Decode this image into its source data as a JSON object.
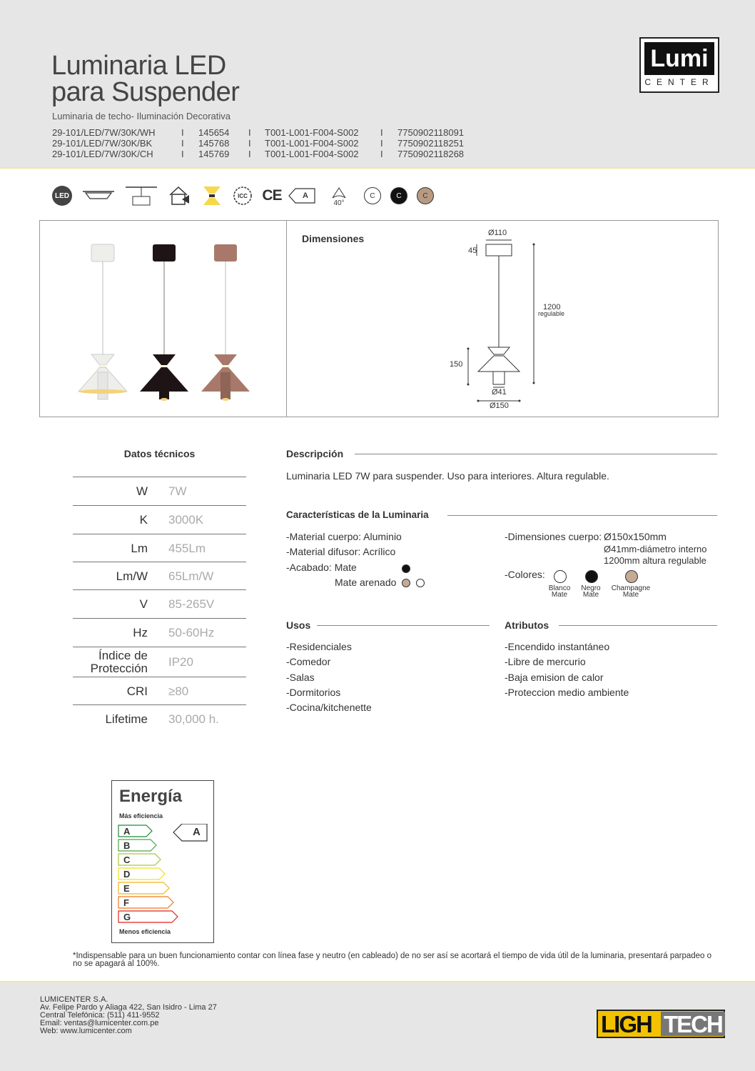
{
  "header": {
    "title_line1": "Luminaria LED",
    "title_line2": "para Suspender",
    "subtitle": "Luminaria de techo- Iluminación Decorativa",
    "codes": [
      {
        "model": "29-101/LED/7W/30K/WH",
        "code": "145654",
        "ref": "T001-L001-F004-S002",
        "ean": "7750902118091"
      },
      {
        "model": "29-101/LED/7W/30K/BK",
        "code": "145768",
        "ref": "T001-L001-F004-S002",
        "ean": "7750902118251"
      },
      {
        "model": "29-101/LED/7W/30K/CH",
        "code": "145769",
        "ref": "T001-L001-F004-S002",
        "ean": "7750902118268"
      }
    ],
    "separator": "I"
  },
  "logo": {
    "main": "Lumi",
    "sub": "CENTER"
  },
  "icons": {
    "led_label": "LED",
    "energy_class": "A",
    "beam_angle": "40°",
    "color_letter": "C",
    "color_icons": [
      "#ffffff",
      "#111111",
      "#b89a82"
    ]
  },
  "product": {
    "dimensions_title": "Dimensiones",
    "dims": {
      "canopy_diameter": "Ø110",
      "canopy_height": "45",
      "length": "1200",
      "length_note": "regulable",
      "shade_height": "150",
      "inner_diameter": "Ø41",
      "shade_diameter": "Ø150"
    },
    "finishes": [
      "#eeeeea",
      "#1e1416",
      "#a8796a"
    ]
  },
  "datos": {
    "title": "Datos técnicos",
    "rows": [
      {
        "label": "W",
        "value": "7W"
      },
      {
        "label": "K",
        "value": "3000K"
      },
      {
        "label": "Lm",
        "value": "455Lm"
      },
      {
        "label": "Lm/W",
        "value": "65Lm/W"
      },
      {
        "label": "V",
        "value": "85-265V"
      },
      {
        "label": "Hz",
        "value": "50-60Hz"
      },
      {
        "label": "Índice de Protección",
        "value": "IP20"
      },
      {
        "label": "CRI",
        "value": "≥80"
      },
      {
        "label": "Lifetime",
        "value": "30,000 h."
      }
    ]
  },
  "descripcion": {
    "title": "Descripción",
    "text": "Luminaria LED 7W para suspender. Uso para interiores. Altura regulable."
  },
  "caracteristicas": {
    "title": "Características de la Luminaria",
    "material_cuerpo": "-Material cuerpo: Aluminio",
    "material_difusor": "-Material difusor: Acrílico",
    "acabado": "-Acabado: Mate",
    "acabado2": "Mate arenado",
    "dimensiones_label": "-Dimensiones cuerpo:",
    "dimensiones_lines": [
      "Ø150x150mm",
      "Ø41mm-diámetro interno",
      "1200mm altura regulable"
    ],
    "colores_label": "-Colores:",
    "colores": [
      {
        "name": "Blanco",
        "finish": "Mate",
        "color": "#ffffff"
      },
      {
        "name": "Negro",
        "finish": "Mate",
        "color": "#111111"
      },
      {
        "name": "Champagne",
        "finish": "Mate",
        "color": "#c4ab96"
      }
    ]
  },
  "usos": {
    "title": "Usos",
    "items": [
      "-Residenciales",
      "-Comedor",
      "-Salas",
      "-Dormitorios",
      "-Cocina/kitchenette"
    ]
  },
  "atributos": {
    "title": "Atributos",
    "items": [
      "-Encendido instantáneo",
      "-Libre de mercurio",
      "-Baja emision de calor",
      "-Proteccion medio ambiente"
    ]
  },
  "energia": {
    "title": "Energía",
    "top_label": "Más eficiencia",
    "bottom_label": "Menos eficiencia",
    "classes": [
      {
        "letter": "A",
        "color": "#1f8a3b"
      },
      {
        "letter": "B",
        "color": "#4ea543"
      },
      {
        "letter": "C",
        "color": "#a6c935"
      },
      {
        "letter": "D",
        "color": "#f0e11c"
      },
      {
        "letter": "E",
        "color": "#f6b21b"
      },
      {
        "letter": "F",
        "color": "#ec7a23"
      },
      {
        "letter": "G",
        "color": "#e2231a"
      }
    ],
    "rating": "A"
  },
  "footnote": "*Indispensable para un buen funcionamiento contar con línea fase y neutro (en cableado) de no ser así se acortará el tiempo de vida útil de la luminaria, presentará parpadeo o no se apagará al 100%.",
  "footer": {
    "company": "LUMICENTER S.A.",
    "address": "Av. Felipe Pardo y Aliaga 422, San Isidro - Lima 27",
    "phone": "Central Telefónica: (511) 411-9552",
    "email": "Email: ventas@lumicenter.com.pe",
    "web": "Web: www.lumicenter.com",
    "brand_part1": "LIGH",
    "brand_part2": "TECH"
  }
}
